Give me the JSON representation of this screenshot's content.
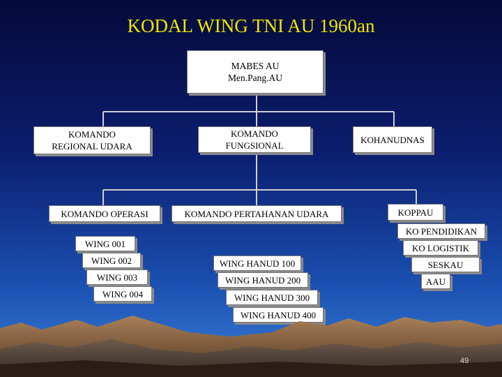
{
  "title": "KODAL WING TNI AU 1960an",
  "top": {
    "line1": "MABES AU",
    "line2": "Men.Pang.AU"
  },
  "level2": {
    "regional": "KOMANDO\nREGIONAL UDARA",
    "fungsional": "KOMANDO\nFUNGSIONAL",
    "kohanudnas": "KOHANUDNAS"
  },
  "level3": {
    "operasi": "KOMANDO OPERASI",
    "pertahanan": "KOMANDO PERTAHANAN UDARA",
    "koppau": "KOPPAU"
  },
  "wings": [
    "WING 001",
    "WING 002",
    "WING 003",
    "WING 004"
  ],
  "hanud": [
    "WING HANUD 100",
    "WING HANUD 200",
    "WING HANUD 300",
    "WING HANUD 400"
  ],
  "fungsional_units": [
    "KO PENDIDIKAN",
    "KO LOGISTIK",
    "SESKAU",
    "AAU"
  ],
  "page_number": "49",
  "colors": {
    "title": "#f2e600",
    "box_fill": "#ffffff",
    "connector": "#d0d0d0"
  }
}
